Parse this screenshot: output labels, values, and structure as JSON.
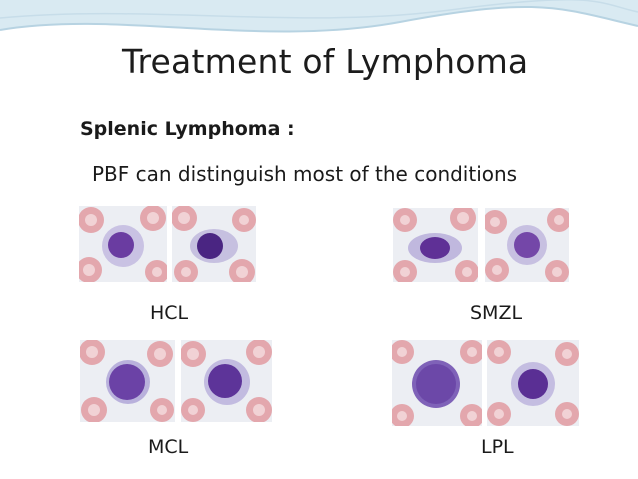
{
  "slide": {
    "title": "Treatment of Lymphoma",
    "subtitle": "Splenic Lymphoma :",
    "statement": "PBF can distinguish most of the conditions",
    "labels": {
      "hcl": "HCL",
      "smzl": "SMZL",
      "mcl": "MCL",
      "lpl": "LPL"
    }
  },
  "colors": {
    "background": "#ffffff",
    "header_band": "#d9eaf2",
    "header_wave": "#b7d3e2",
    "rbc": "#e3a7ad",
    "rbc_center": "#f1d2d5",
    "lymphocyte_nucleus": "#5b2f91",
    "lymphocyte_cytoplasm": "#b7b2d9",
    "smear_background": "#eceef3"
  }
}
